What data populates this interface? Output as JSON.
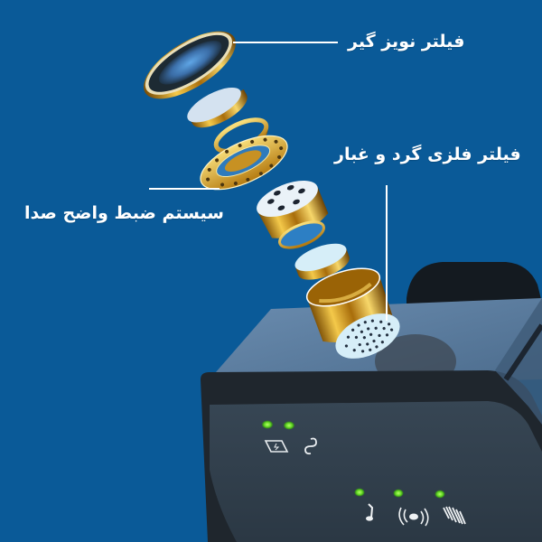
{
  "colors": {
    "background": "#0a5a98",
    "label_text": "#ffffff",
    "gold": "#d9a21c",
    "device_body": "#2e3b48",
    "device_top": "#5b7fa2",
    "led_green": "#66e02a"
  },
  "callouts": [
    {
      "id": "noise-filter",
      "text": "فیلتر نویز گیر"
    },
    {
      "id": "metal-dust-filter",
      "text": "فیلتر فلزی گرد و غبار"
    },
    {
      "id": "voice-recording-system",
      "text": "سیستم ضبط واضح صدا"
    }
  ],
  "components": [
    {
      "name": "noise-filter-disc"
    },
    {
      "name": "white-membrane-disc"
    },
    {
      "name": "gold-ring"
    },
    {
      "name": "perforated-gold-flange"
    },
    {
      "name": "microphone-capsule-top"
    },
    {
      "name": "inner-ring"
    },
    {
      "name": "white-foam-disc"
    },
    {
      "name": "gold-cylinder-housing"
    },
    {
      "name": "metal-mesh-grille"
    }
  ],
  "device": {
    "leds_top_row": 2,
    "leds_bottom_row": 3,
    "icons": [
      "battery-icon",
      "loop-icon",
      "music-note-icon",
      "wireless-icon",
      "noise-bars-icon"
    ]
  }
}
